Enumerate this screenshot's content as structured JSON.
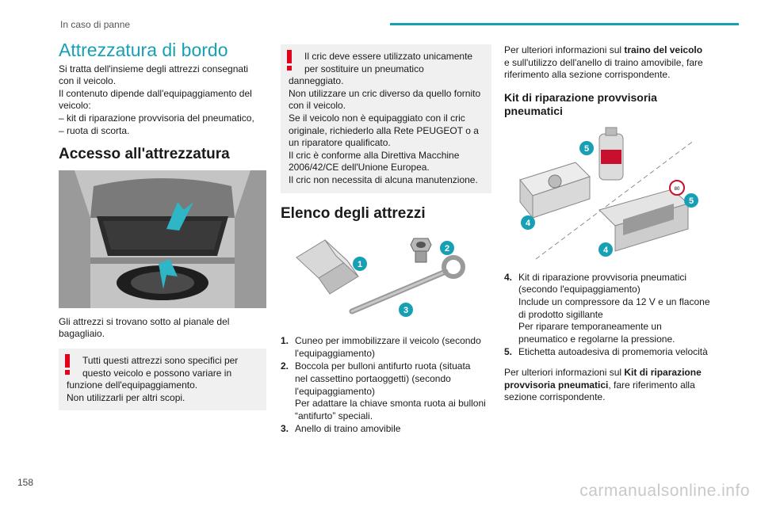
{
  "header": {
    "section": "In caso di panne",
    "page": "158"
  },
  "watermark": "carmanualsonline.info",
  "col1": {
    "title": "Attrezzatura di bordo",
    "intro": [
      "Si tratta dell'insieme degli attrezzi consegnati",
      "con il veicolo.",
      "Il contenuto dipende dall'equipaggiamento del",
      "veicolo:",
      "– kit di riparazione provvisoria del pneumatico,",
      "– ruota di scorta."
    ],
    "access_heading": "Accesso all'attrezzatura",
    "access_caption": [
      "Gli attrezzi si trovano sotto al pianale del",
      "bagagliaio."
    ],
    "warning": [
      "Tutti questi attrezzi sono specifici per",
      "questo veicolo e possono variare in",
      "funzione dell'equipaggiamento.",
      "Non utilizzarli per altri scopi."
    ]
  },
  "col2": {
    "warning": [
      "Il cric deve essere utilizzato unicamente",
      "per sostituire un pneumatico",
      "danneggiato.",
      "Non utilizzare un cric diverso da quello fornito",
      "con il veicolo.",
      "Se il veicolo non è equipaggiato con il cric",
      "originale, richiederlo alla Rete PEUGEOT o a",
      "un riparatore qualificato.",
      "Il cric è conforme alla Direttiva Macchine",
      "2006/42/CE dell'Unione Europea.",
      "Il cric non necessita di alcuna manutenzione."
    ],
    "list_heading": "Elenco degli attrezzi",
    "items": [
      {
        "num": "1.",
        "lines": [
          "Cuneo per immobilizzare il veicolo (secondo",
          "l'equipaggiamento)"
        ]
      },
      {
        "num": "2.",
        "lines": [
          "Boccola per bulloni antifurto ruota (situata",
          "nel cassettino portaoggetti) (secondo",
          "l'equipaggiamento)",
          "Per adattare la chiave smonta ruota ai bulloni",
          "“antifurto” speciali."
        ]
      },
      {
        "num": "3.",
        "lines": [
          "Anello di traino amovibile"
        ]
      }
    ],
    "callouts": [
      "1",
      "2",
      "3"
    ]
  },
  "col3": {
    "ref_prefix": "Per ulteriori informazioni sul ",
    "ref_bold": "traino del veicolo",
    "ref_suffix_lines": [
      "e sull'utilizzo dell'anello di traino amovibile, fare",
      "riferimento alla sezione corrispondente."
    ],
    "kit_heading": "Kit di riparazione provvisoria pneumatici",
    "callouts": [
      "5",
      "5",
      "4",
      "4"
    ],
    "sticker_text": "80\nkm/h",
    "items": [
      {
        "num": "4.",
        "lines": [
          "Kit di riparazione provvisoria pneumatici",
          "(secondo l'equipaggiamento)",
          "Include un compressore da 12 V e un flacone",
          "di prodotto sigillante",
          "Per riparare temporaneamente un",
          "pneumatico e regolarne la pressione."
        ]
      },
      {
        "num": "5.",
        "lines": [
          "Etichetta autoadesiva di promemoria velocità"
        ]
      }
    ],
    "ref2_prefix": "Per ulteriori informazioni sul ",
    "ref2_bold_1": "Kit di riparazione",
    "ref2_bold_2": "provvisoria pneumatici",
    "ref2_suffix_1": ", fare riferimento alla",
    "ref2_suffix_2": "sezione corrispondente."
  },
  "colors": {
    "accent": "#17a0b4",
    "warning": "#e2001a"
  }
}
